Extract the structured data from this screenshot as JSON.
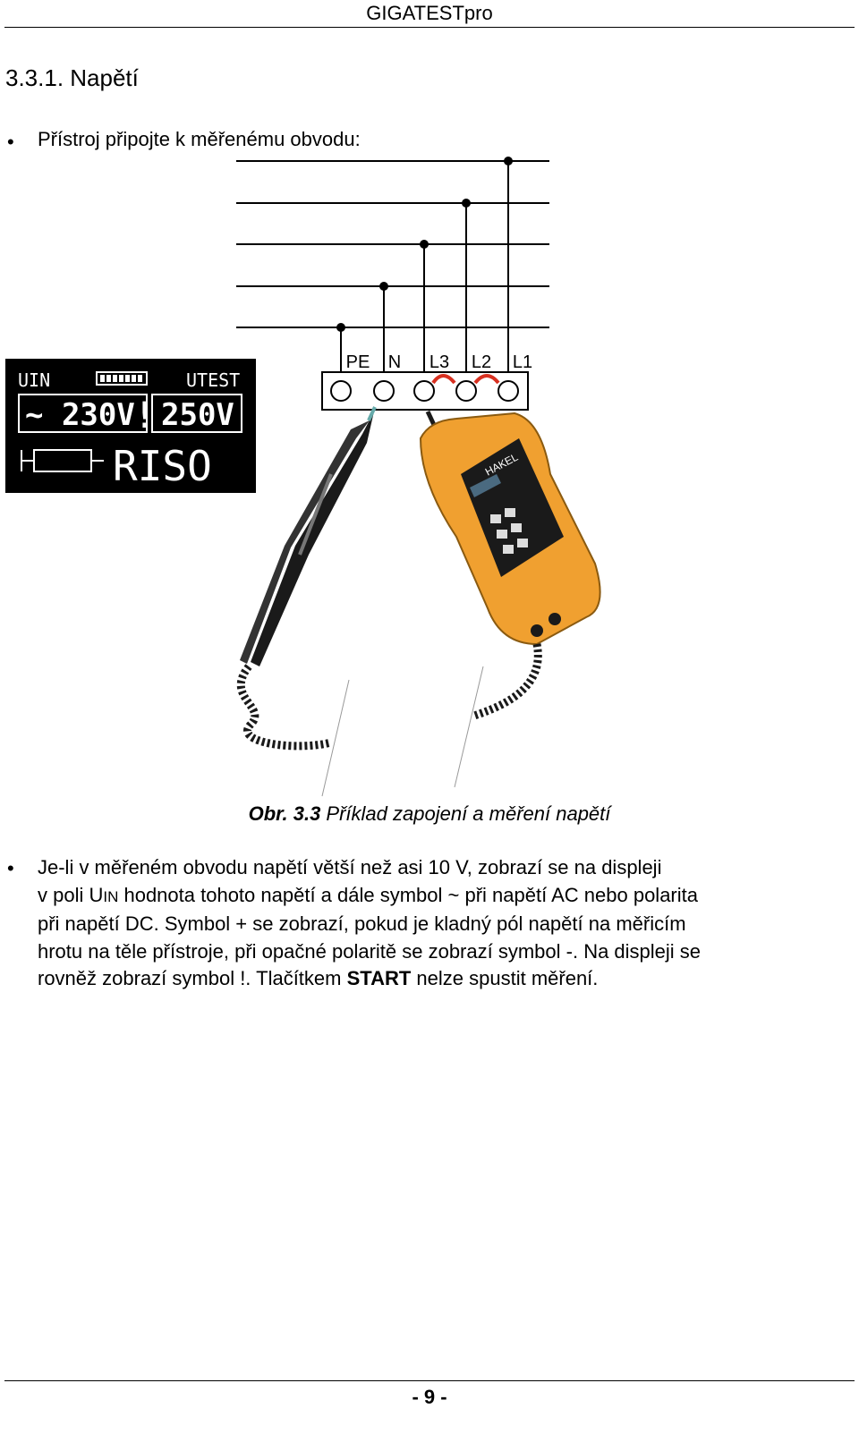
{
  "header": {
    "title": "GIGATESTpro"
  },
  "section": {
    "heading": "3.3.1. Napětí"
  },
  "bullets": {
    "connect": "Přístroj připojte k měřenému obvodu:",
    "symbol": "•"
  },
  "figure": {
    "terminal_labels": [
      "PE",
      "N",
      "L3",
      "L2",
      "L1"
    ],
    "display": {
      "uin_label": "UIN",
      "utest_label": "UTEST",
      "uin_value": "~ 230V",
      "warning_symbol": "!",
      "utest_value": "250V",
      "mode": "RISO"
    },
    "probe_brand": "HAKEL",
    "colors": {
      "probe_body": "#f0a030",
      "probe_dark": "#1a1a1a",
      "probe_red": "#d83020",
      "display_bg": "#000000"
    }
  },
  "caption": {
    "label": "Obr. 3.3",
    "text": " Příklad zapojení a měření napětí"
  },
  "paragraph": {
    "line1": "Je-li v měřeném obvodu napětí větší než asi 10 V, zobrazí se na displeji",
    "line2_a": "v poli U",
    "line2_sub": "IN",
    "line2_b": " hodnota tohoto napětí a dále symbol ~ při napětí AC nebo polarita",
    "line3": "při napětí DC. Symbol + se zobrazí, pokud je kladný pól napětí na měřicím",
    "line4": "hrotu na těle přístroje, při opačné polaritě se zobrazí symbol -. Na displeji se",
    "line5_a": "rovněž zobrazí symbol !. Tlačítkem ",
    "line5_bold": "START",
    "line5_b": " nelze spustit měření."
  },
  "footer": {
    "page_number": "- 9 -"
  }
}
